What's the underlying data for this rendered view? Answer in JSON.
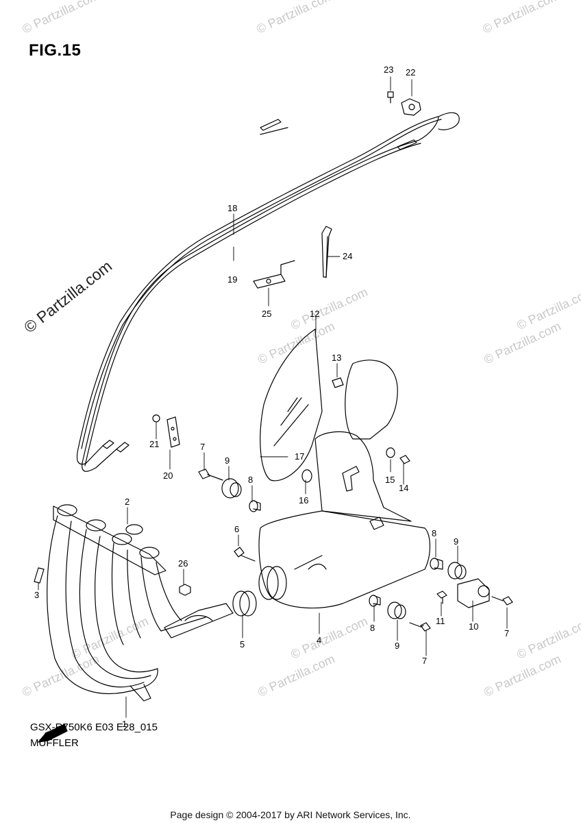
{
  "figure_title": "FIG.15",
  "footer": {
    "model_code": "GSX-R750K6 E03 E28_015",
    "section_name": "MUFFLER",
    "page_credit": "Page design © 2004-2017 by ARI Network Services, Inc."
  },
  "watermarks": {
    "main": "© Partzilla.com",
    "faint": "© Partzilla.com"
  },
  "fwd_label": "FWD",
  "callouts": [
    "23",
    "22",
    "18",
    "24",
    "19",
    "25",
    "12",
    "13",
    "21",
    "20",
    "7",
    "9",
    "8",
    "17",
    "15",
    "14",
    "16",
    "2",
    "6",
    "8",
    "9",
    "26",
    "3",
    "4",
    "5",
    "8",
    "9",
    "7",
    "11",
    "10",
    "7",
    "1"
  ]
}
